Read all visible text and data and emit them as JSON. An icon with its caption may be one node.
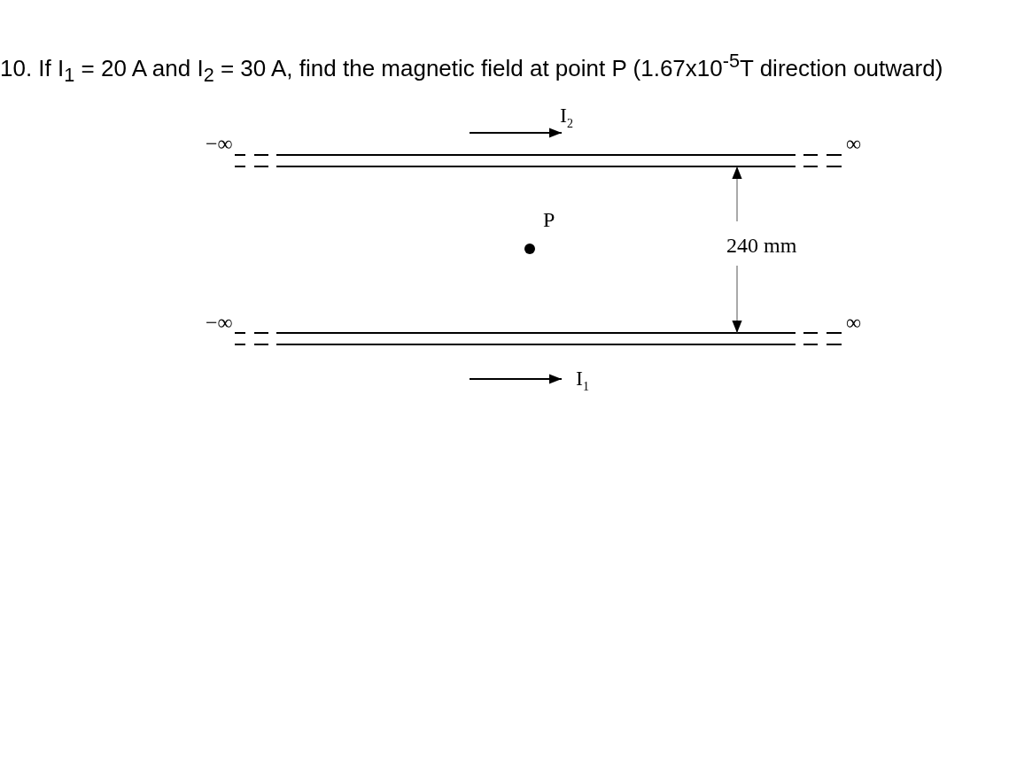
{
  "diagram": {
    "title": "10. If I$_{1}$ = 20 A and I$_{2}$ = 30 A, find the magnetic field at point P (1.67x10$^{-5}$T direction outward)",
    "labels": [
      "I$_{2}$",
      "−∞",
      "∞",
      "P",
      "240 mm",
      "−∞",
      "∞",
      "I$_{1}$"
    ]
  }
}
